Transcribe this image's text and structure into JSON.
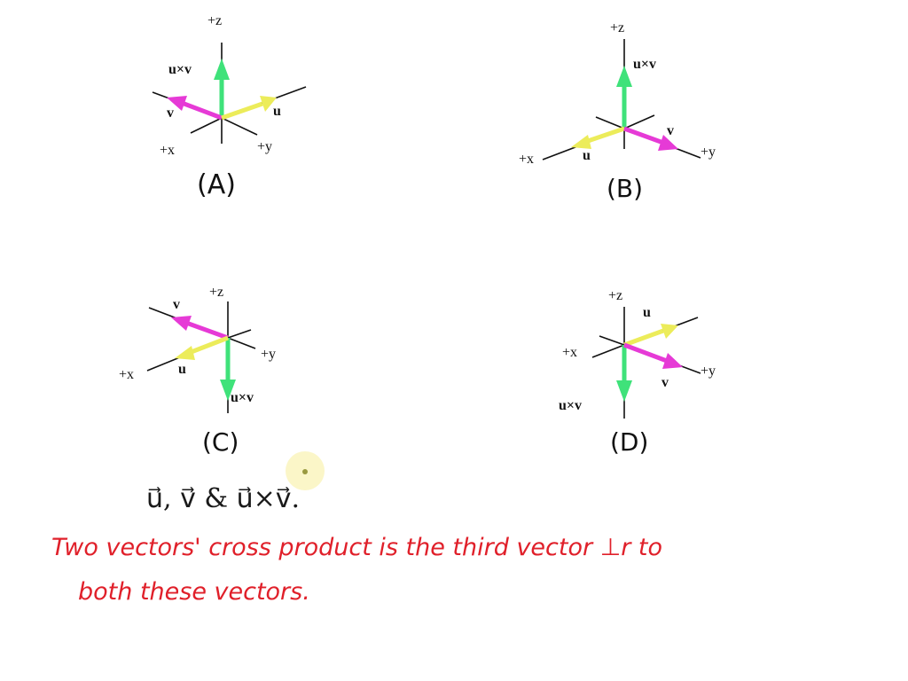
{
  "colors": {
    "u": "#ecec5a",
    "v": "#e63ad6",
    "uxv": "#3fe27a",
    "note": "#e0202a",
    "axis": "#111111"
  },
  "diagrams": [
    {
      "id": "A",
      "caption": "(A)",
      "axis_labels": {
        "z": "+z",
        "x": "+x",
        "y": "+y"
      },
      "vector_labels": {
        "u": "u",
        "v": "v",
        "uxv": "u×v"
      }
    },
    {
      "id": "B",
      "caption": "(B)",
      "axis_labels": {
        "z": "+z",
        "x": "+x",
        "y": "+y"
      },
      "vector_labels": {
        "u": "u",
        "v": "v",
        "uxv": "u×v"
      }
    },
    {
      "id": "C",
      "caption": "(C)",
      "axis_labels": {
        "z": "+z",
        "x": "+x",
        "y": "+y"
      },
      "vector_labels": {
        "u": "u",
        "v": "v",
        "uxv": "u×v"
      }
    },
    {
      "id": "D",
      "caption": "(D)",
      "axis_labels": {
        "z": "+z",
        "x": "+x",
        "y": "+y"
      },
      "vector_labels": {
        "u": "u",
        "v": "v",
        "uxv": "u×v"
      }
    }
  ],
  "annotations": {
    "vector_list": "u⃗, v⃗  & u⃗×v⃗.",
    "note_line1": "Two vectors' cross product is the third vector ⊥r to",
    "note_line2": "both these vectors."
  }
}
